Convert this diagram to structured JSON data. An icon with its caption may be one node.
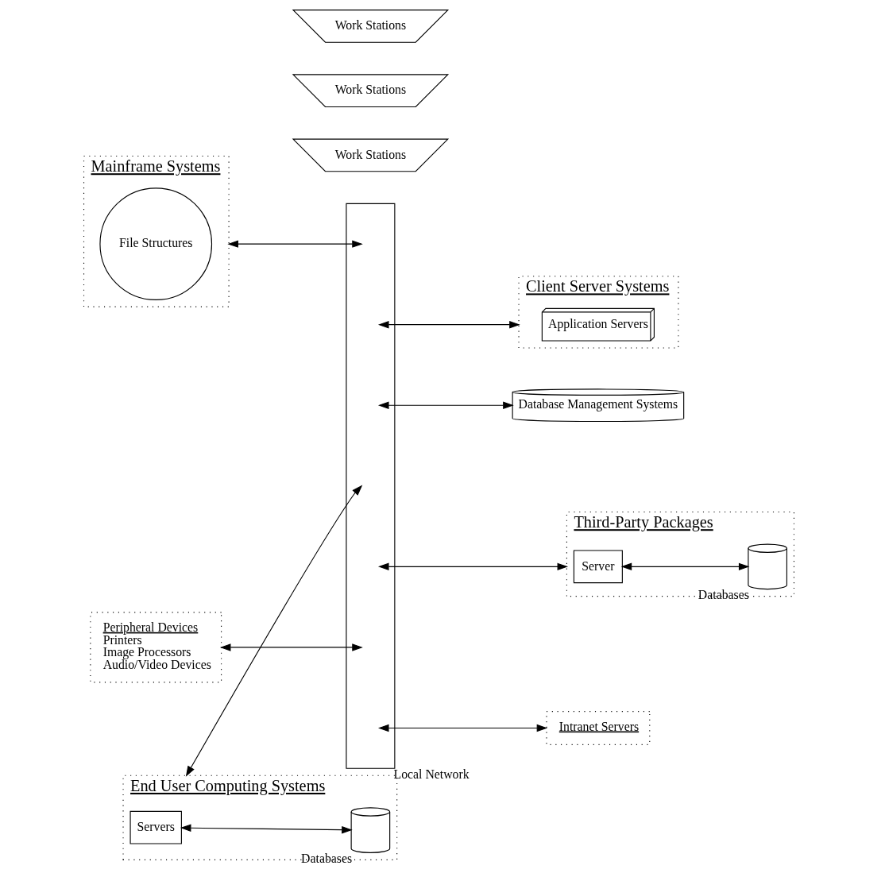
{
  "diagram": {
    "nodes": [
      {
        "text": [],
        "shape": "bar",
        "beside": [
          "Local Network"
        ]
      },
      {
        "text": [
          "Work Stations"
        ]
      },
      {
        "text": [
          "Mainframe Systems"
        ]
      },
      {
        "text": [
          "File Structures"
        ],
        "in": 2
      },
      {
        "text": [
          "Client Server Systems"
        ]
      },
      {
        "text": [
          "Application Servers"
        ],
        "in": 4
      },
      {
        "text": [
          "Work Stations"
        ]
      },
      {
        "text": [
          "End User Computing Systems"
        ]
      },
      {
        "text": [
          "Servers"
        ],
        "in": 7
      },
      {
        "text": [],
        "shape": "cylinder",
        "in": 7,
        "beside": [
          "Databases"
        ]
      },
      {
        "text": [
          "Database Management Systems"
        ]
      },
      {
        "text": [
          "Third-Party Packages"
        ]
      },
      {
        "text": [
          "Server"
        ],
        "in": 11
      },
      {
        "text": [],
        "shape": "cylinder",
        "in": 11,
        "beside": [
          "Databases"
        ]
      },
      {
        "text": [
          "Work Stations"
        ]
      },
      {
        "text": [
          "Peripheral Devices",
          "Printers",
          "Image Processors",
          "Audio/Video Devices"
        ]
      },
      {
        "text": [
          "Intranet Servers"
        ]
      }
    ],
    "edges": [
      {
        "from": 2,
        "to": 0,
        "arrow": "both"
      },
      {
        "from": 0,
        "to": 4,
        "arrow": "both"
      },
      {
        "from": 0,
        "to": 10,
        "arrow": "both"
      },
      {
        "from": 8,
        "to": 9,
        "arrow": "both"
      },
      {
        "from": 7,
        "to": 0,
        "arrow": "both"
      },
      {
        "from": 0,
        "to": 11,
        "arrow": "both"
      },
      {
        "from": 12,
        "to": 13,
        "arrow": "both"
      },
      {
        "from": 15,
        "to": 0,
        "arrow": "both"
      },
      {
        "from": 0,
        "to": 16,
        "arrow": "both"
      }
    ]
  }
}
